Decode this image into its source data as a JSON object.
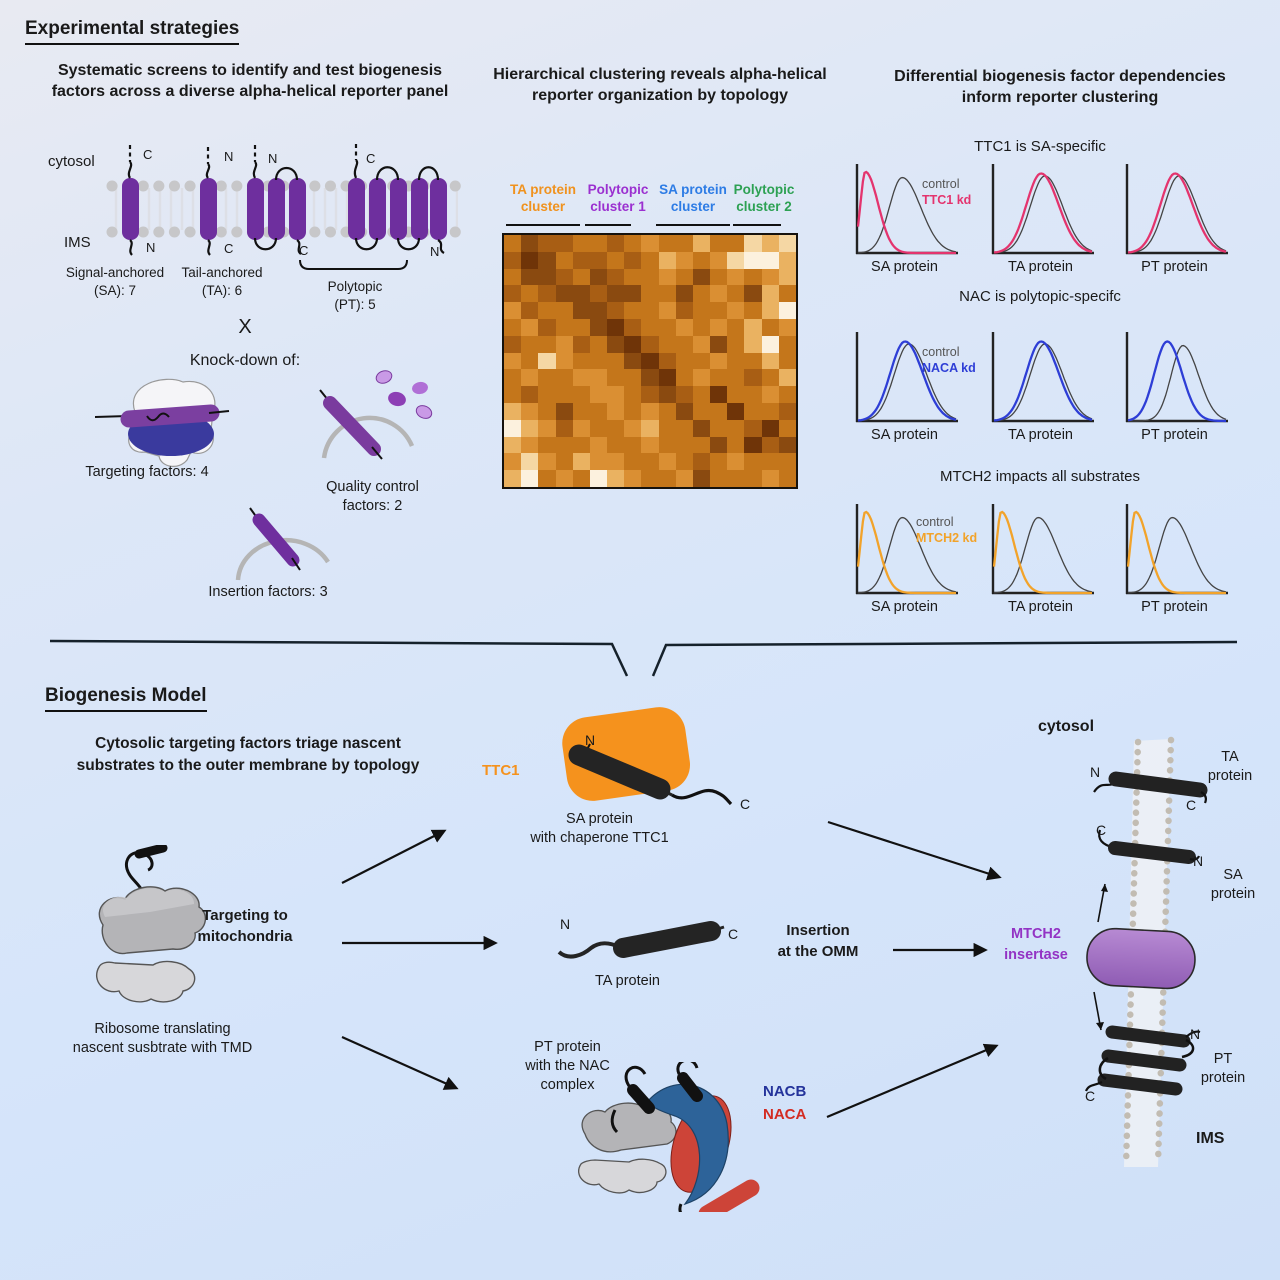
{
  "colors": {
    "helix_purple": "#6e2f9e",
    "membrane_dot": "#c7c7c9",
    "ttc1_orange": "#f5921d",
    "mtch2_fill": "#a678c8",
    "mtch2_text": "#9333c4",
    "nacb_text": "#24339b",
    "naca_text": "#d32b22",
    "control_gray": "#555555",
    "arrow_black": "#111111"
  },
  "top": {
    "section_title": "Experimental strategies",
    "panel1": {
      "heading": "Systematic screens to identify and test biogenesis\nfactors across a diverse alpha-helical reporter panel",
      "cytosol": "cytosol",
      "ims": "IMS",
      "termini": {
        "sa_top": "C",
        "sa_bottom": "N",
        "ta_top": "N",
        "ta_bottom": "C",
        "pt1_top": "N",
        "pt1_bottom": "C",
        "pt2_top": "C",
        "pt2_bottom": "N"
      },
      "protein_labels": [
        "Signal-anchored\n(SA): 7",
        "Tail-anchored\n(TA): 6",
        "Polytopic\n(PT): 5"
      ],
      "cross": "X",
      "knockdown_heading": "Knock-down of:",
      "knockdowns": [
        "Targeting factors: 4",
        "Quality control\nfactors: 2",
        "Insertion factors: 3"
      ]
    },
    "panel2": {
      "heading": "Hierarchical clustering reveals alpha-helical\nreporter organization by topology",
      "clusters": [
        {
          "label": "TA protein\ncluster",
          "color": "#f0921e"
        },
        {
          "label": "Polytopic\ncluster 1",
          "color": "#9b30d0"
        },
        {
          "label": "SA protein\ncluster",
          "color": "#2d7ce5"
        },
        {
          "label": "Polytopic\ncluster 2",
          "color": "#2da153"
        }
      ],
      "heatmap": {
        "palette": [
          "#6f3408",
          "#8a4a10",
          "#a85e14",
          "#c4761b",
          "#da8f33",
          "#eab261",
          "#f5d7a4",
          "#fcf1de"
        ],
        "rows": [
          "31223323433533656",
          "20132232354346775",
          "31123123343134345",
          "23211211331343153",
          "42331123342334357",
          "34233102334343534",
          "23342310233413573",
          "43643331023343353",
          "34334433103433235",
          "32333443212303343",
          "54313343431330332",
          "75424334533133203",
          "54333433433313021",
          "46435443343234333",
          "57343754334133343"
        ]
      }
    },
    "panel3": {
      "heading": "Differential biogenesis factor dependencies\ninform reporter clustering",
      "groups": [
        {
          "title": "TTC1 is SA-specific",
          "control_label": "control",
          "kd_label": "TTC1 kd",
          "kd_color": "#e4346e",
          "plots": [
            {
              "x_label": "SA protein",
              "kd_shape": "far_left"
            },
            {
              "x_label": "TA protein",
              "kd_shape": "overlap"
            },
            {
              "x_label": "PT protein",
              "kd_shape": "overlap"
            }
          ]
        },
        {
          "title": "NAC is polytopic-specifc",
          "control_label": "control",
          "kd_label": "NACA kd",
          "kd_color": "#2e3ed6",
          "plots": [
            {
              "x_label": "SA protein",
              "kd_shape": "overlap"
            },
            {
              "x_label": "TA protein",
              "kd_shape": "overlap"
            },
            {
              "x_label": "PT protein",
              "kd_shape": "mid_left"
            }
          ]
        },
        {
          "title": "MTCH2 impacts all substrates",
          "control_label": "control",
          "kd_label": "MTCH2 kd",
          "kd_color": "#f2a32a",
          "plots": [
            {
              "x_label": "SA protein",
              "kd_shape": "far_left"
            },
            {
              "x_label": "TA protein",
              "kd_shape": "far_left"
            },
            {
              "x_label": "PT protein",
              "kd_shape": "far_left"
            }
          ]
        }
      ]
    }
  },
  "bottom": {
    "section_title": "Biogenesis Model",
    "heading": "Cytosolic targeting factors triage nascent\nsubstrates to the outer membrane by topology",
    "targeting_label": "Targeting to\nmitochondria",
    "ribosome_caption": "Ribosome translating\nnascent susbtrate with TMD",
    "ttc1_label": "TTC1",
    "sa_caption": "SA protein\nwith chaperone TTC1",
    "ta_caption": "TA protein",
    "insertion_label": "Insertion\nat the OMM",
    "pt_caption": "PT protein\nwith the NAC\ncomplex",
    "nacb_label": "NACB",
    "naca_label": "NACA",
    "termini": {
      "ttc1_n": "N",
      "ttc1_c": "C",
      "ta_n": "N",
      "ta_c": "C",
      "mem_ta_n": "N",
      "mem_ta_c": "C",
      "mem_sa_c": "C",
      "mem_sa_n": "N",
      "mem_pt_n": "N",
      "mem_pt_c": "C"
    },
    "membrane": {
      "cytosol": "cytosol",
      "ta_label": "TA\nprotein",
      "sa_label": "SA\nprotein",
      "mtch2_label": "MTCH2\ninsertase",
      "pt_label": "PT\nprotein",
      "ims": "IMS"
    }
  }
}
